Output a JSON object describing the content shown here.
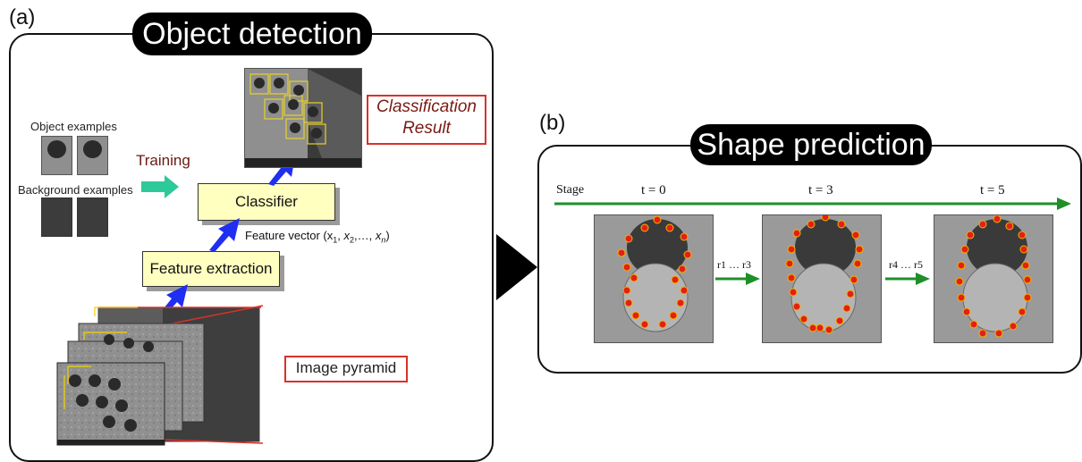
{
  "panel_a": {
    "label": "(a)",
    "title": "Object detection",
    "object_examples_label": "Object examples",
    "background_examples_label": "Background examples",
    "training_label": "Training",
    "classifier_label": "Classifier",
    "feature_extraction_label": "Feature extraction",
    "feature_vector_label": "Feature vector (x",
    "classification_result_line1": "Classification",
    "classification_result_line2": "Result",
    "image_pyramid_label": "Image pyramid"
  },
  "panel_b": {
    "label": "(b)",
    "title": "Shape prediction",
    "stage_label": "Stage",
    "t_labels": [
      "t = 0",
      "t = 3",
      "t = 5"
    ],
    "r_labels": [
      "r1 … r3",
      "r4 … r5"
    ]
  },
  "colors": {
    "title_pill": "#000000",
    "yellow_box": "#ffffc0",
    "red_border": "#d8322a",
    "blue_arrow": "#1f2ef0",
    "teal_arrow": "#2ec99a",
    "green_arrow": "#1f8f2a",
    "landmark_dot": "#e32017"
  }
}
